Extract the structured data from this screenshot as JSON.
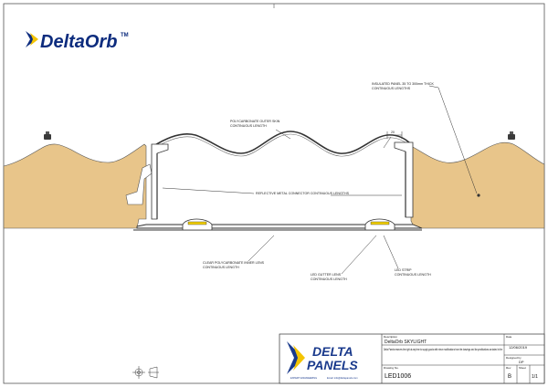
{
  "brand": {
    "logo_text": "DeltaOrb",
    "logo_tm": "TM",
    "colors": {
      "navy": "#0d2c7e",
      "yellow": "#f4c400",
      "foam": "#e8c58a",
      "blue": "#1a3a8c"
    }
  },
  "labels": {
    "insulated_panel": "INSULATED PANEL 35 TO 300mm THICK",
    "insulated_panel_sub": "CONTINUOUS LENGTHS",
    "outer_skin": "POLYCARBONATE OUTER SKIN",
    "outer_skin_sub": "CONTINUOUS LENGTH",
    "connector": "REFLECTIVE METAL CONNECTOR CONTINUOUS LENGTHS",
    "inner_lens": "CLEAR POLYCARBONATE INNER LENS",
    "inner_lens_sub": "CONTINUOUS LENGTH",
    "led_gutter": "LED GUTTER LENS",
    "led_gutter_sub": "CONTINUOUS LENGTH",
    "led_strip": "LED STRIP",
    "led_strip_sub": "CONTINUOUS LENGTH",
    "dim": "20"
  },
  "title_block": {
    "company": "DELTA",
    "company2": "PANELS",
    "tagline": "EXPERT ENGINEERING",
    "email": "Email: info@deltapanels.com",
    "description_label": "Description",
    "description": "DeltaOrb SKYLIGHT",
    "date_label": "Date",
    "date": "12/06/2019",
    "notice": "Delta Panels reserves the right at any time to supply goods with minor modifications from the drawings and its specifications as stated in the",
    "designed_label": "Designed by",
    "designed": "DP",
    "drawing_label": "Drawing No.",
    "drawing": "LED1006",
    "rev_label": "Rev",
    "rev": "B",
    "sheet_label": "Sheet",
    "sheet": "1/1"
  }
}
